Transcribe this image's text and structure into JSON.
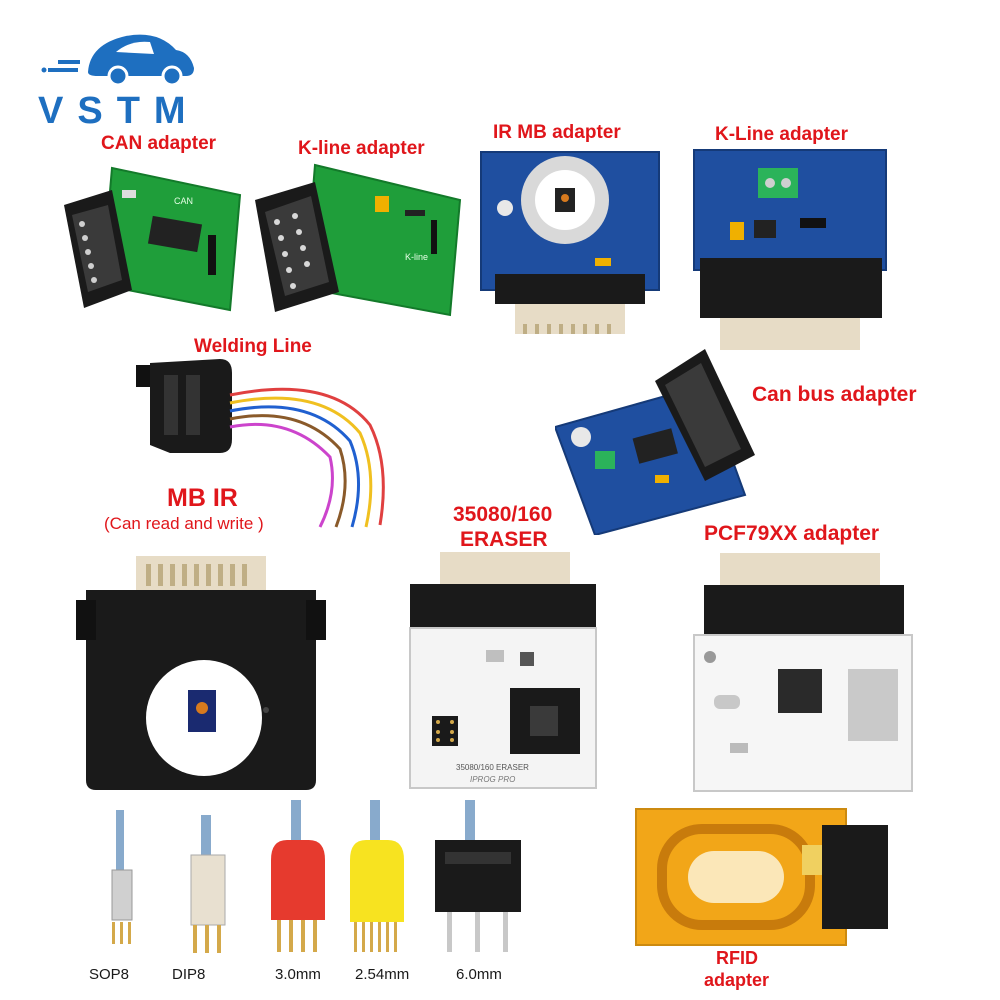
{
  "brand": {
    "logo_text": "VSTM"
  },
  "labels": {
    "can_adapter": "CAN adapter",
    "kline_adapter": "K-line adapter",
    "ir_mb_adapter": "IR MB adapter",
    "kline_adapter_2": "K-Line adapter",
    "welding_line": "Welding Line",
    "can_bus_adapter": "Can bus adapter",
    "mb_ir": "MB IR",
    "mb_ir_note": "(Can read and write )",
    "eraser_line1": "35080/160",
    "eraser_line2": "ERASER",
    "pcf_adapter": "PCF79XX adapter",
    "rfid_line1": "RFID",
    "rfid_line2": "adapter"
  },
  "probes": [
    "SOP8",
    "DIP8",
    "3.0mm",
    "2.54mm",
    "6.0mm"
  ],
  "board_prints": {
    "can": "CAN",
    "kline": "K-line",
    "eraser_print": "35080/160  ERASER",
    "eraser_brand": "IPROG PRO"
  },
  "colors": {
    "label_red": "#e0161b",
    "logo_blue": "#1e6fc0",
    "pcb_green": "#1f9e3a",
    "pcb_blue": "#1f4fa0"
  }
}
